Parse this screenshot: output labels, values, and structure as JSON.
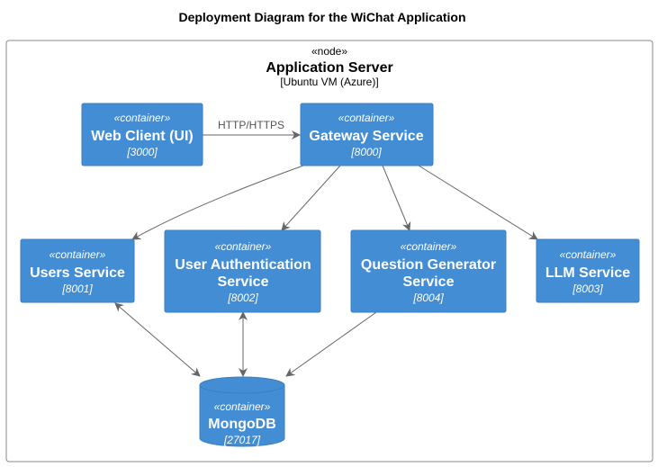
{
  "title": "Deployment Diagram for the WiChat Application",
  "colors": {
    "container_fill": "#438DD5",
    "container_border": "#3C7FC0",
    "container_text": "#FFFFFF",
    "node_border": "#888888",
    "edge": "#666666"
  },
  "node": {
    "stereotype": "«node»",
    "name": "Application Server",
    "technology": "[Ubuntu VM (Azure)]"
  },
  "containers": {
    "webclient": {
      "stereotype": "«container»",
      "name": "Web Client (UI)",
      "port": "[3000]"
    },
    "gateway": {
      "stereotype": "«container»",
      "name": "Gateway Service",
      "port": "[8000]"
    },
    "users": {
      "stereotype": "«container»",
      "name": "Users Service",
      "port": "[8001]"
    },
    "auth": {
      "stereotype": "«container»",
      "name_line1": "User Authentication",
      "name_line2": "Service",
      "port": "[8002]"
    },
    "qgen": {
      "stereotype": "«container»",
      "name_line1": "Question Generator",
      "name_line2": "Service",
      "port": "[8004]"
    },
    "llm": {
      "stereotype": "«container»",
      "name": "LLM Service",
      "port": "[8003]"
    },
    "mongo": {
      "stereotype": "«container»",
      "name": "MongoDB",
      "port": "[27017]"
    }
  },
  "edges": {
    "web_to_gateway": "HTTP/HTTPS"
  }
}
